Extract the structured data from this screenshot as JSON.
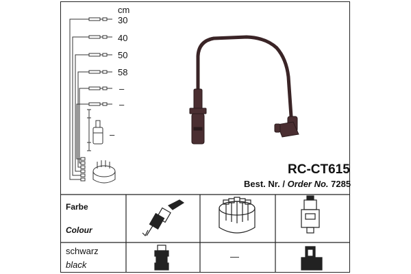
{
  "lengths": {
    "unit": "cm",
    "items": [
      "30",
      "40",
      "50",
      "58",
      "–",
      "–",
      "–"
    ]
  },
  "product": {
    "code": "RC-CT615",
    "order_prefix": "Best. Nr. / ",
    "order_label": "Order No.",
    "order_number": "7285"
  },
  "table": {
    "row_header_label": "Farbe",
    "row_header_label_en": "Colour",
    "color_label": "schwarz",
    "color_label_en": "black",
    "cap_value": "—"
  },
  "icons": {
    "spark_plug": "spark-plug-icon",
    "distributor_cap": "distributor-cap-icon",
    "ignition_coil": "ignition-coil-icon",
    "plug_boot": "plug-boot-icon",
    "coil_boot": "coil-boot-icon"
  },
  "colors": {
    "wire": "#3a2426",
    "line": "#222222"
  }
}
